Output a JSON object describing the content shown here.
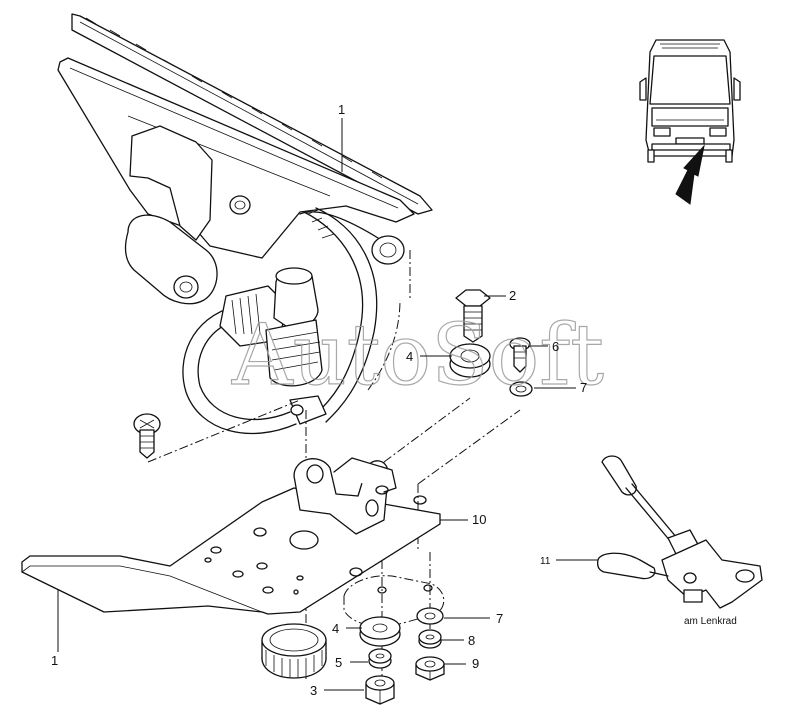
{
  "watermark": "AutoSoft",
  "callouts": [
    {
      "id": "c1-pedal",
      "label": "1"
    },
    {
      "id": "c2",
      "label": "2"
    },
    {
      "id": "c4-top",
      "label": "4"
    },
    {
      "id": "c6",
      "label": "6"
    },
    {
      "id": "c7-top",
      "label": "7"
    },
    {
      "id": "c10",
      "label": "10"
    },
    {
      "id": "c7-bottom",
      "label": "7"
    },
    {
      "id": "c4-bottom",
      "label": "4"
    },
    {
      "id": "c8",
      "label": "8"
    },
    {
      "id": "c5",
      "label": "5"
    },
    {
      "id": "c9",
      "label": "9"
    },
    {
      "id": "c3",
      "label": "3"
    },
    {
      "id": "c1-plate",
      "label": "1"
    },
    {
      "id": "c11",
      "label": "11"
    }
  ],
  "inset_caption": "am Lenkrad"
}
